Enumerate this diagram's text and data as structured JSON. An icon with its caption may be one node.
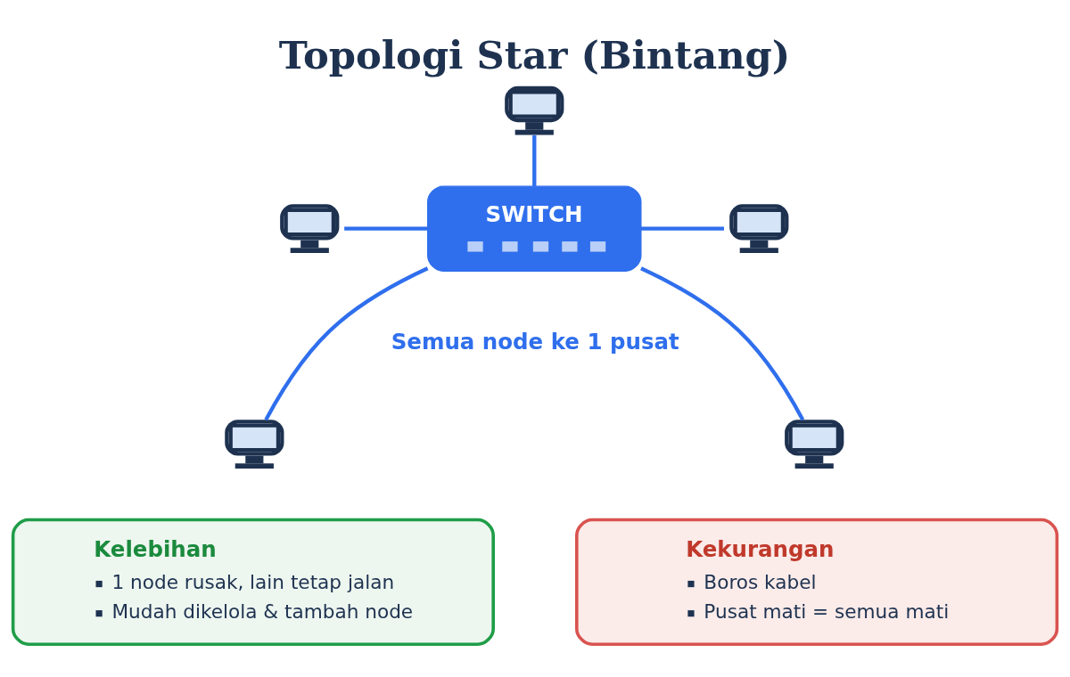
{
  "diagram": {
    "title": "Topologi Star (Bintang)",
    "nodes": [
      {
        "text": [],
        "shape": "computer"
      },
      {
        "text": [],
        "shape": "computer"
      },
      {
        "text": [],
        "shape": "computer"
      },
      {
        "text": [
          "SWITCH"
        ]
      },
      {
        "text": [],
        "shape": "computer"
      },
      {
        "text": [],
        "shape": "computer"
      },
      {
        "text": [
          "Kelebihan",
          "1 node rusak, lain tetap jalan",
          "Mudah dikelola & tambah node"
        ]
      },
      {
        "text": [
          "Kekurangan",
          "Boros kabel",
          "Pusat mati = semua mati"
        ]
      }
    ],
    "edges": [
      {
        "from": 0,
        "to": 3,
        "arrow": "none"
      },
      {
        "from": 1,
        "to": 3,
        "arrow": "none"
      },
      {
        "from": 3,
        "to": 2,
        "arrow": "none"
      },
      {
        "from": 3,
        "to": 4,
        "arrow": "none"
      },
      {
        "from": 3,
        "to": 5,
        "arrow": "none"
      }
    ],
    "labels": [
      "Semua node ke 1 pusat"
    ]
  }
}
